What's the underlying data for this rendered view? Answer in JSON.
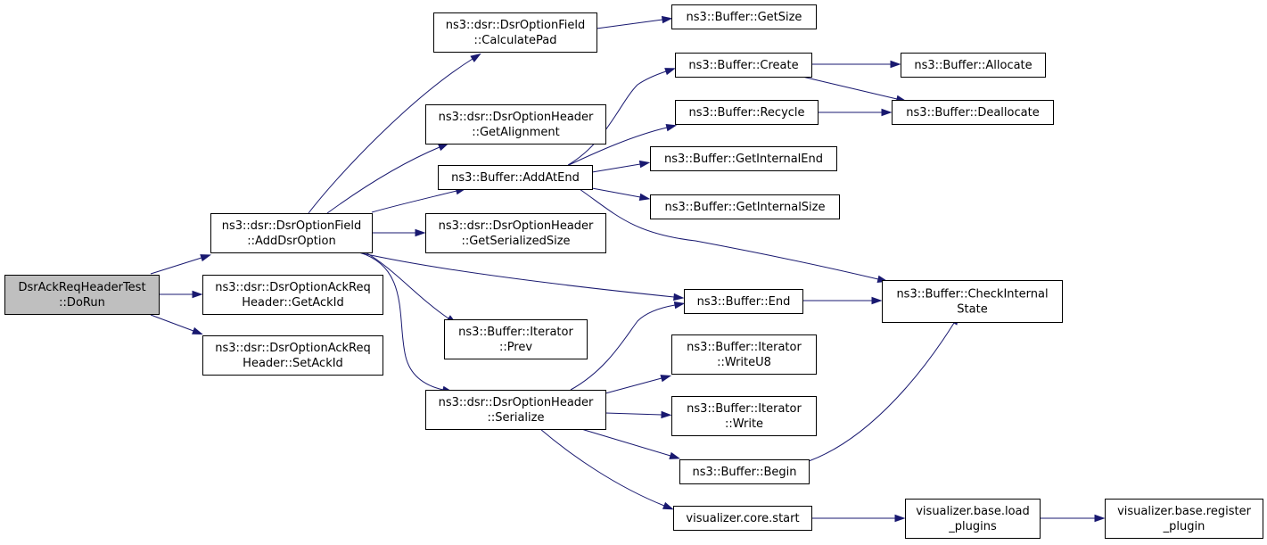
{
  "diagram": {
    "type": "call-graph",
    "nodes": [
      {
        "id": "n0",
        "lines": [
          "DsrAckReqHeaderTest",
          "::DoRun"
        ],
        "root": true
      },
      {
        "id": "n1",
        "lines": [
          "ns3::dsr::DsrOptionField",
          "::AddDsrOption"
        ]
      },
      {
        "id": "n2",
        "lines": [
          "ns3::dsr::DsrOptionAckReq",
          "Header::GetAckId"
        ]
      },
      {
        "id": "n3",
        "lines": [
          "ns3::dsr::DsrOptionAckReq",
          "Header::SetAckId"
        ]
      },
      {
        "id": "n4",
        "lines": [
          "ns3::dsr::DsrOptionField",
          "::CalculatePad"
        ]
      },
      {
        "id": "n5",
        "lines": [
          "ns3::dsr::DsrOptionHeader",
          "::GetAlignment"
        ]
      },
      {
        "id": "n6",
        "lines": [
          "ns3::Buffer::AddAtEnd"
        ]
      },
      {
        "id": "n7",
        "lines": [
          "ns3::dsr::DsrOptionHeader",
          "::GetSerializedSize"
        ]
      },
      {
        "id": "n8",
        "lines": [
          "ns3::Buffer::End"
        ]
      },
      {
        "id": "n9",
        "lines": [
          "ns3::Buffer::Iterator",
          "::Prev"
        ]
      },
      {
        "id": "n10",
        "lines": [
          "ns3::dsr::DsrOptionHeader",
          "::Serialize"
        ]
      },
      {
        "id": "n11",
        "lines": [
          "ns3::Buffer::GetSize"
        ]
      },
      {
        "id": "n12",
        "lines": [
          "ns3::Buffer::Create"
        ]
      },
      {
        "id": "n13",
        "lines": [
          "ns3::Buffer::Recycle"
        ]
      },
      {
        "id": "n14",
        "lines": [
          "ns3::Buffer::GetInternalEnd"
        ]
      },
      {
        "id": "n15",
        "lines": [
          "ns3::Buffer::GetInternalSize"
        ]
      },
      {
        "id": "n16",
        "lines": [
          "ns3::Buffer::CheckInternal",
          "State"
        ]
      },
      {
        "id": "n17",
        "lines": [
          "ns3::Buffer::Allocate"
        ]
      },
      {
        "id": "n18",
        "lines": [
          "ns3::Buffer::Deallocate"
        ]
      },
      {
        "id": "n19",
        "lines": [
          "ns3::Buffer::Iterator",
          "::WriteU8"
        ]
      },
      {
        "id": "n20",
        "lines": [
          "ns3::Buffer::Iterator",
          "::Write"
        ]
      },
      {
        "id": "n21",
        "lines": [
          "ns3::Buffer::Begin"
        ]
      },
      {
        "id": "n22",
        "lines": [
          "visualizer.core.start"
        ]
      },
      {
        "id": "n23",
        "lines": [
          "visualizer.base.load",
          "_plugins"
        ]
      },
      {
        "id": "n24",
        "lines": [
          "visualizer.base.register",
          "_plugin"
        ]
      }
    ],
    "edges": [
      [
        "n0",
        "n1"
      ],
      [
        "n0",
        "n2"
      ],
      [
        "n0",
        "n3"
      ],
      [
        "n1",
        "n4"
      ],
      [
        "n1",
        "n5"
      ],
      [
        "n1",
        "n6"
      ],
      [
        "n1",
        "n7"
      ],
      [
        "n1",
        "n8"
      ],
      [
        "n1",
        "n9"
      ],
      [
        "n1",
        "n10"
      ],
      [
        "n4",
        "n11"
      ],
      [
        "n6",
        "n12"
      ],
      [
        "n6",
        "n13"
      ],
      [
        "n6",
        "n14"
      ],
      [
        "n6",
        "n15"
      ],
      [
        "n6",
        "n16"
      ],
      [
        "n12",
        "n17"
      ],
      [
        "n12",
        "n18"
      ],
      [
        "n13",
        "n18"
      ],
      [
        "n8",
        "n16"
      ],
      [
        "n10",
        "n8"
      ],
      [
        "n10",
        "n19"
      ],
      [
        "n10",
        "n20"
      ],
      [
        "n10",
        "n21"
      ],
      [
        "n10",
        "n22"
      ],
      [
        "n21",
        "n16"
      ],
      [
        "n22",
        "n23"
      ],
      [
        "n23",
        "n24"
      ]
    ],
    "colors": {
      "edge": "#191970",
      "root_fill": "#bfbfbf",
      "node_fill": "#ffffff",
      "node_border": "#000000"
    }
  }
}
